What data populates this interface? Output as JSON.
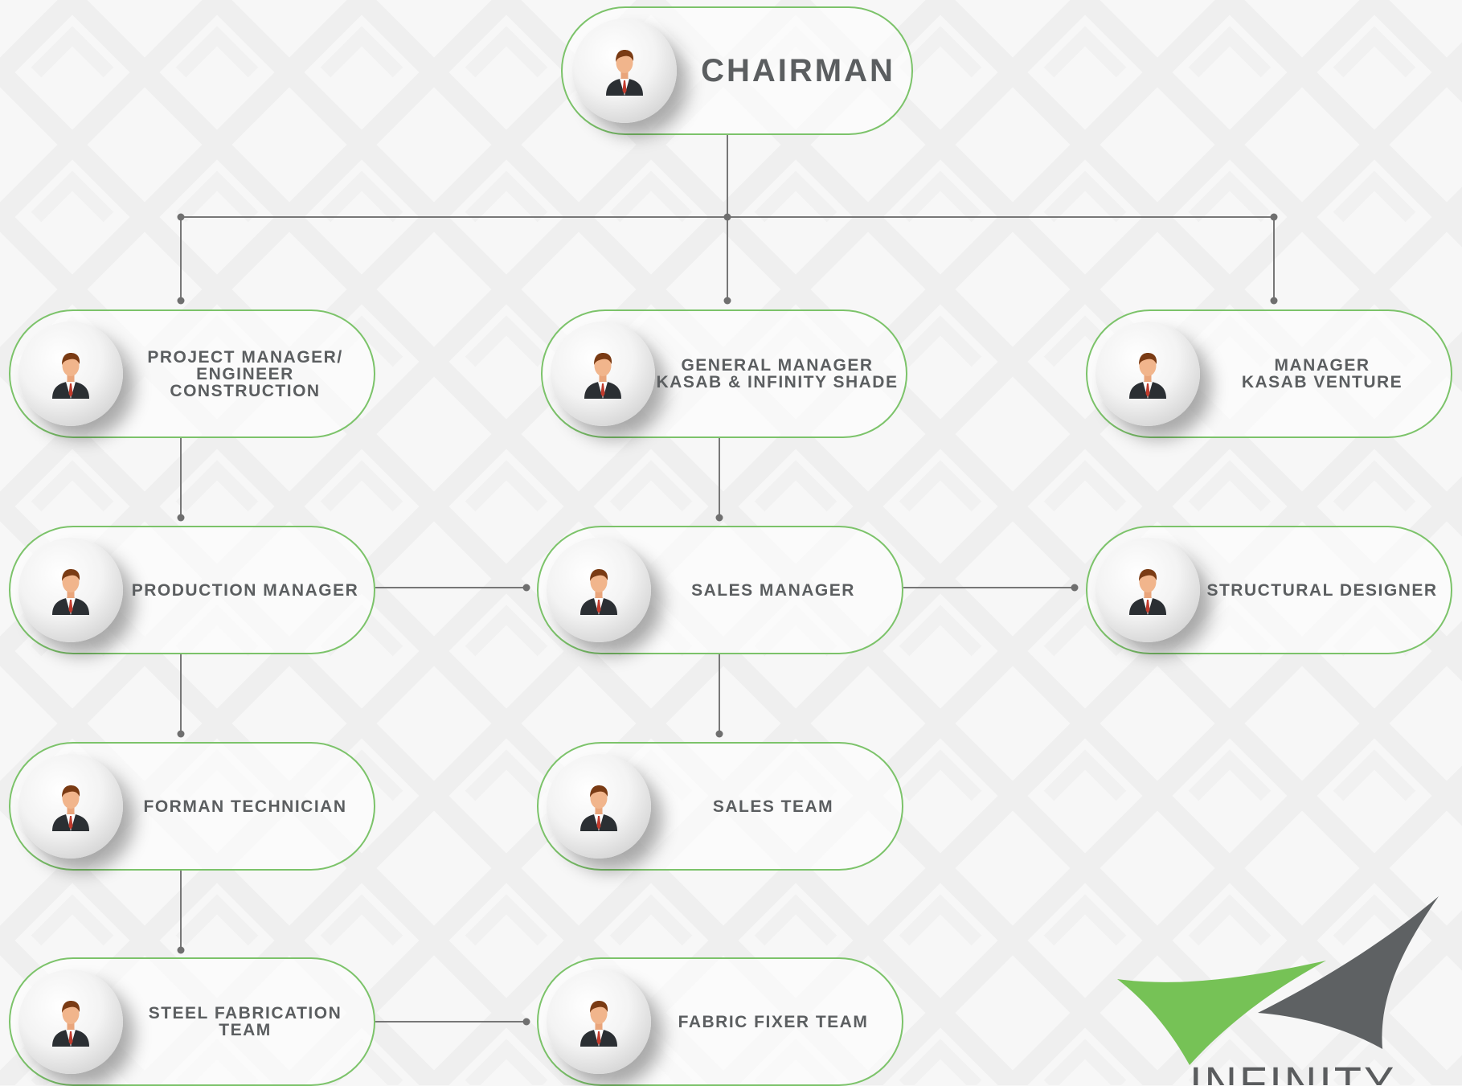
{
  "colors": {
    "background": "#f7f7f7",
    "node_border": "#7cc36a",
    "text": "#5b5e60",
    "connector": "#777777",
    "logo_green": "#76c256",
    "logo_gray": "#5e6163"
  },
  "avatar_icon": "businessman-icon",
  "nodes": {
    "chairman": {
      "lines": [
        "CHAIRMAN"
      ]
    },
    "project_manager": {
      "lines": [
        "PROJECT MANAGER/",
        "ENGINEER CONSTRUCTION"
      ]
    },
    "general_manager": {
      "lines": [
        "GENERAL MANAGER",
        "KASAB & INFINITY SHADE"
      ]
    },
    "manager_kasab": {
      "lines": [
        "MANAGER",
        "KASAB VENTURE"
      ]
    },
    "production_manager": {
      "lines": [
        "PRODUCTION MANAGER"
      ]
    },
    "sales_manager": {
      "lines": [
        "SALES MANAGER"
      ]
    },
    "structural_designer": {
      "lines": [
        "STRUCTURAL DESIGNER"
      ]
    },
    "forman_technician": {
      "lines": [
        "FORMAN TECHNICIAN"
      ]
    },
    "sales_team": {
      "lines": [
        "SALES TEAM"
      ]
    },
    "steel_fabrication_team": {
      "lines": [
        "STEEL FABRICATION TEAM"
      ]
    },
    "fabric_fixer_team": {
      "lines": [
        "FABRIC FIXER TEAM"
      ]
    }
  },
  "logo": {
    "word": "INFINITY"
  }
}
